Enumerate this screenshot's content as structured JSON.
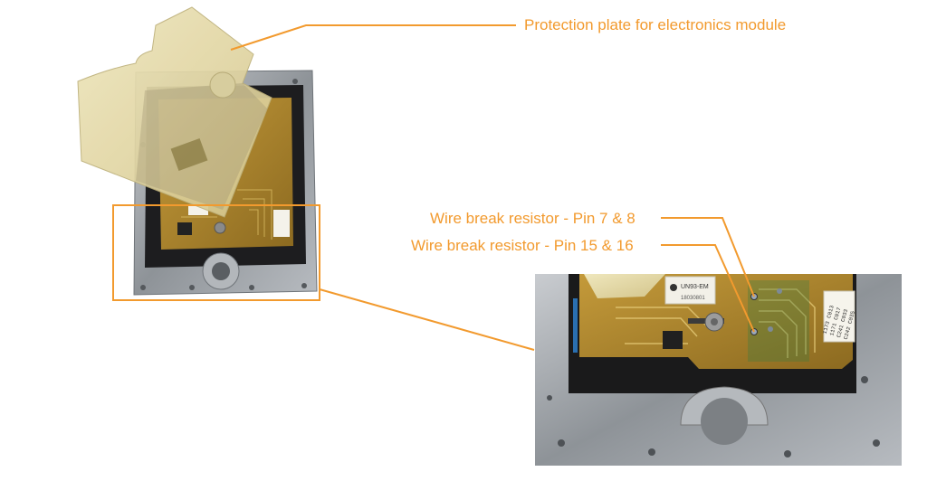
{
  "annotations": {
    "protection_plate": "Protection plate for electronics module",
    "wire_break_pin_7_8": "Wire break resistor - Pin 7 & 8",
    "wire_break_pin_15_16": "Wire break resistor - Pin 15 & 16"
  },
  "detail_labels": {
    "module_sticker": "UN93-EM",
    "serial_sticker": "18030801",
    "handwritten_note": [
      "1173 C013",
      "1171 C017",
      "C241 C033",
      "C242 C035"
    ]
  },
  "colors": {
    "callout": "#f29a2e",
    "housing": "#9aa0a6",
    "pcb": "#b08a2e",
    "plate": "#e8dfb0"
  }
}
